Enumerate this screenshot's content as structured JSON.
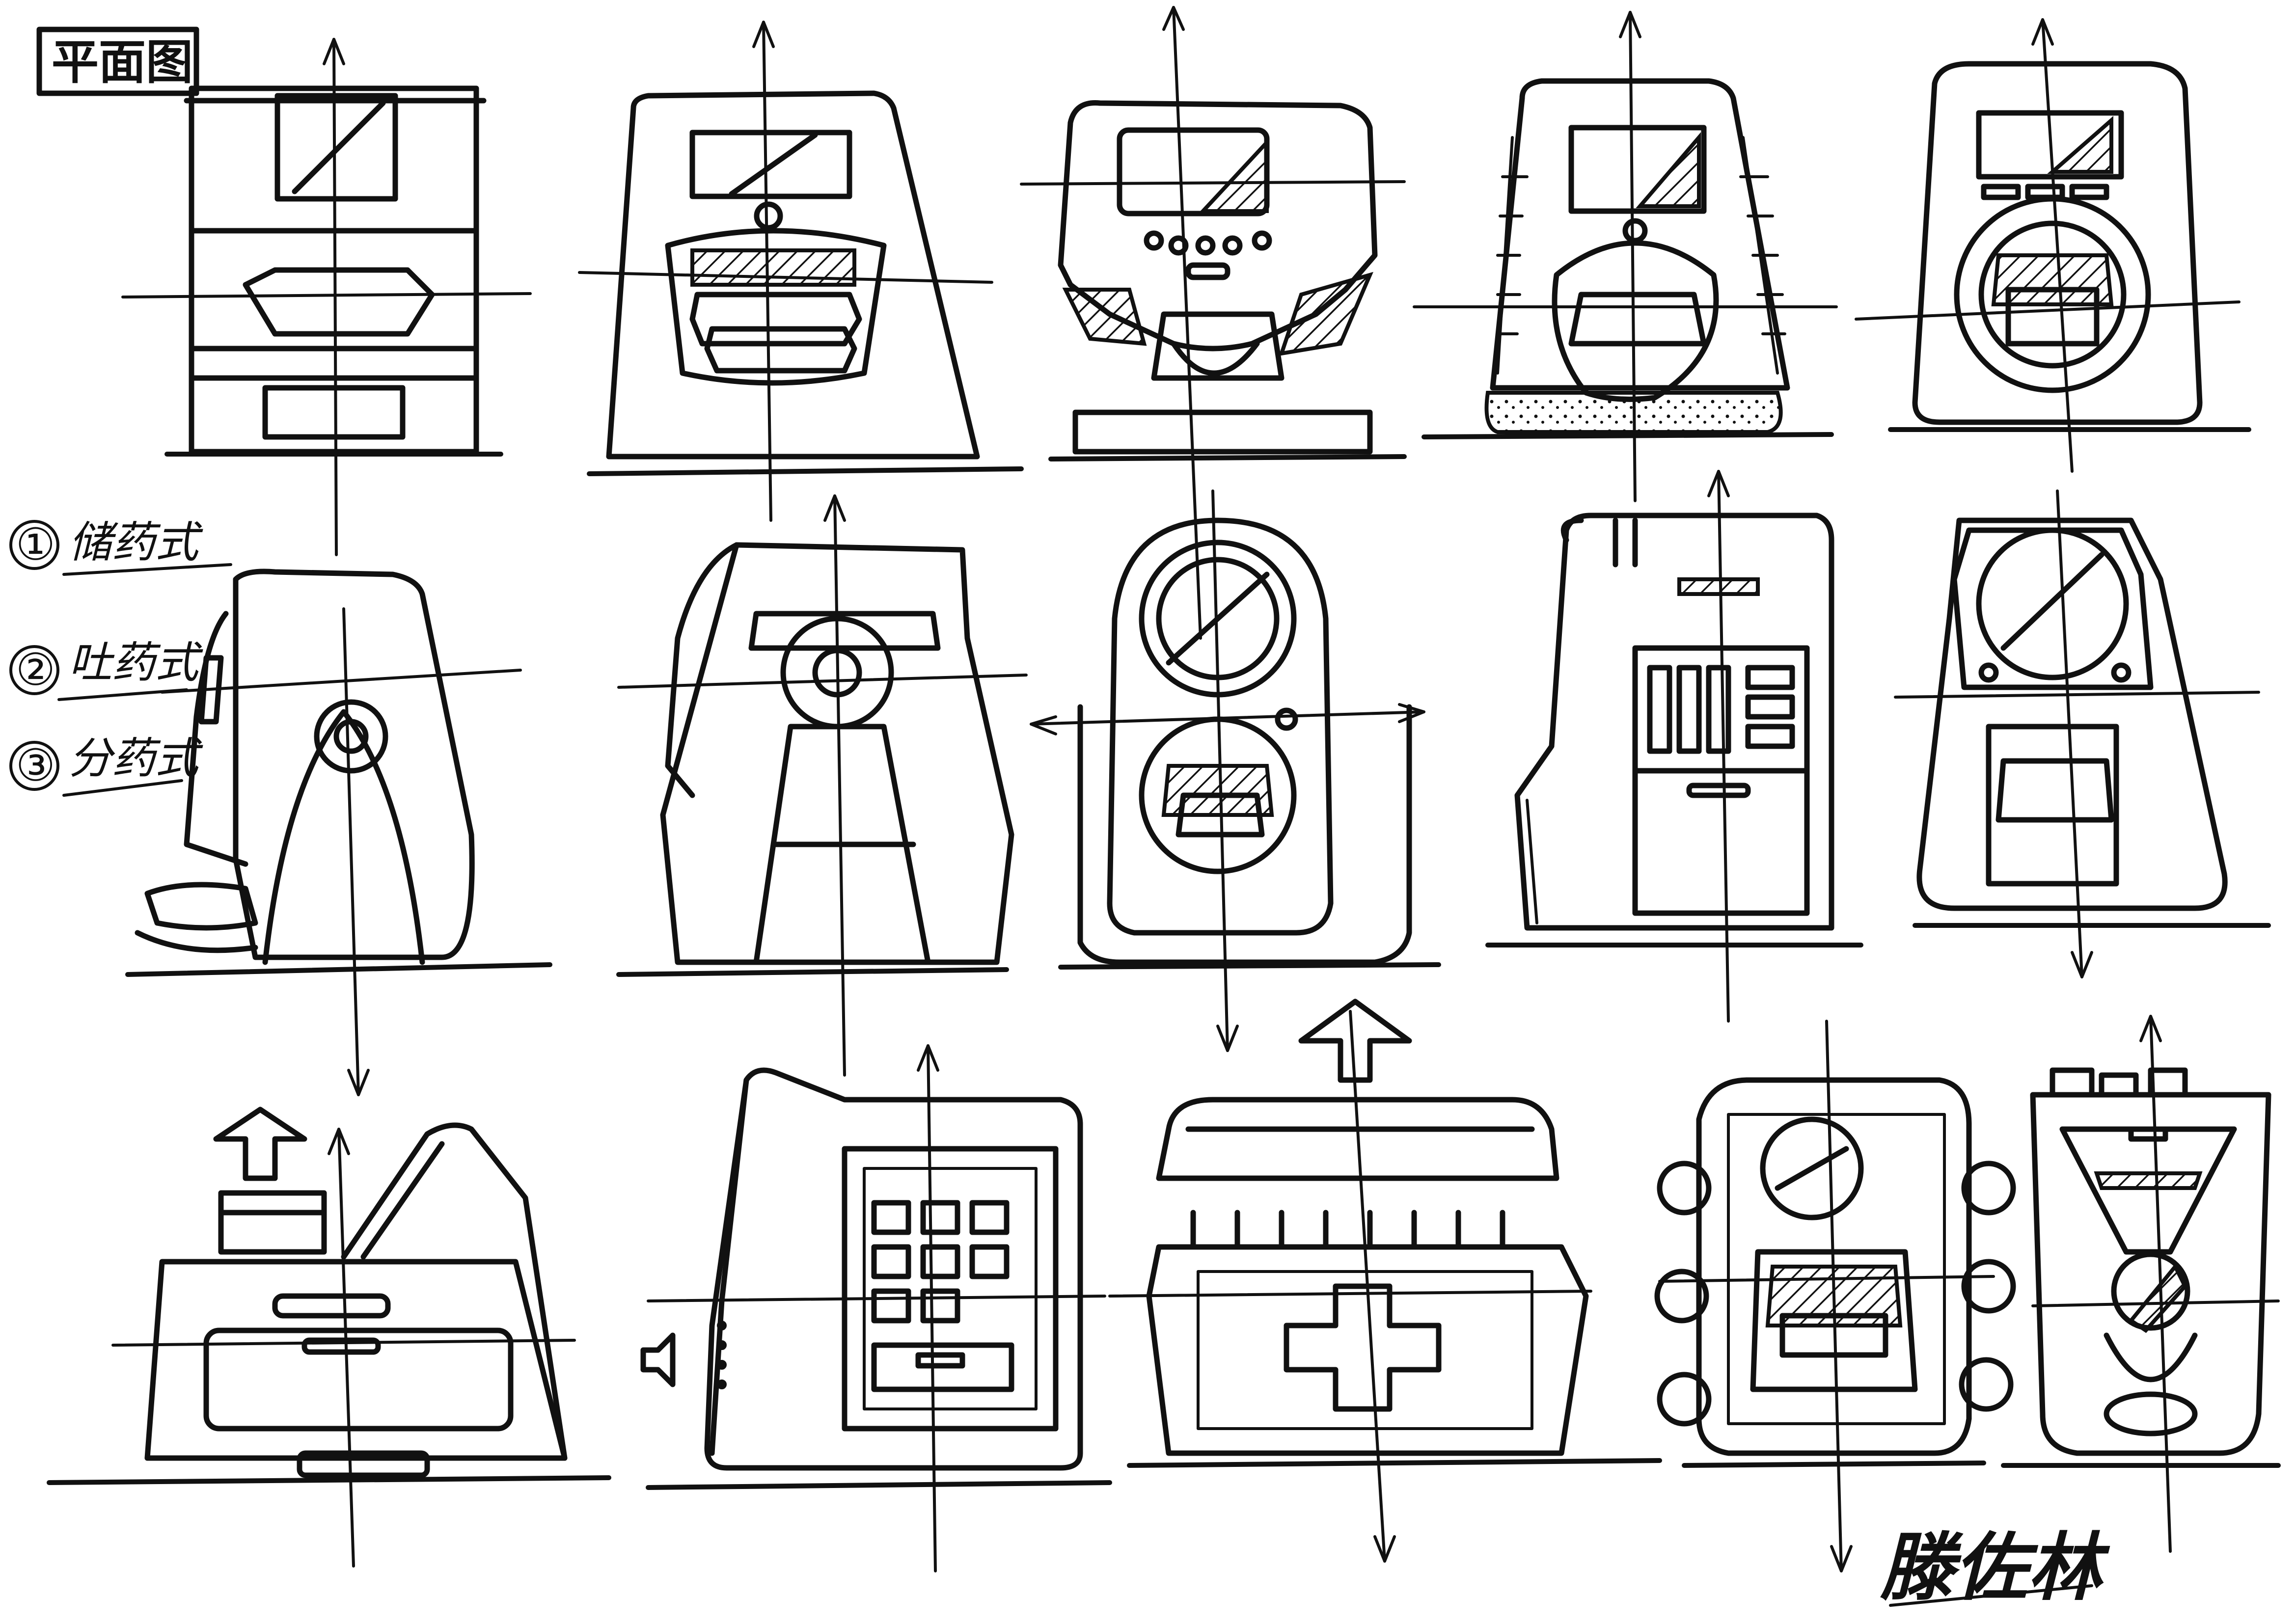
{
  "sheet": {
    "title": "平面图",
    "notes": [
      {
        "marker": "①",
        "text": "储药式"
      },
      {
        "marker": "②",
        "text": "吐药式"
      },
      {
        "marker": "③",
        "text": "分药式"
      }
    ],
    "signature": "滕佐林"
  },
  "colors": {
    "paper": "#ffffff",
    "ink": "#111111"
  }
}
